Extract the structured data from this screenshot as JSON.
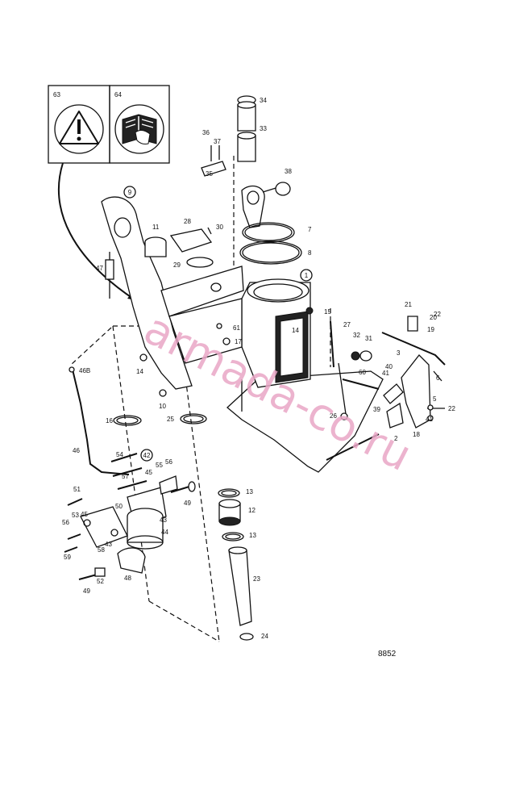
{
  "figure_code": "8852",
  "watermark": "armada-co.ru",
  "warning_boxes": [
    {
      "number": "63",
      "icon": "warning-triangle-icon"
    },
    {
      "number": "64",
      "icon": "manual-book-icon"
    }
  ],
  "callouts": [
    {
      "id": "c1",
      "text": "1",
      "circled": true
    },
    {
      "id": "c2",
      "text": "2"
    },
    {
      "id": "c3",
      "text": "3"
    },
    {
      "id": "c5",
      "text": "5"
    },
    {
      "id": "c6",
      "text": "6"
    },
    {
      "id": "c7",
      "text": "7"
    },
    {
      "id": "c8",
      "text": "8"
    },
    {
      "id": "c9",
      "text": "9",
      "circled": true
    },
    {
      "id": "c10",
      "text": "10"
    },
    {
      "id": "c11",
      "text": "11"
    },
    {
      "id": "c12",
      "text": "12"
    },
    {
      "id": "c13a",
      "text": "13"
    },
    {
      "id": "c13b",
      "text": "13"
    },
    {
      "id": "c14a",
      "text": "14"
    },
    {
      "id": "c14b",
      "text": "14"
    },
    {
      "id": "c15",
      "text": "15"
    },
    {
      "id": "c16",
      "text": "16"
    },
    {
      "id": "c17",
      "text": "17"
    },
    {
      "id": "c18",
      "text": "18"
    },
    {
      "id": "c19",
      "text": "19"
    },
    {
      "id": "c20",
      "text": "20"
    },
    {
      "id": "c21",
      "text": "21"
    },
    {
      "id": "c22a",
      "text": "22"
    },
    {
      "id": "c22b",
      "text": "22"
    },
    {
      "id": "c23",
      "text": "23"
    },
    {
      "id": "c24",
      "text": "24"
    },
    {
      "id": "c25",
      "text": "25"
    },
    {
      "id": "c26",
      "text": "26"
    },
    {
      "id": "c27",
      "text": "27"
    },
    {
      "id": "c28",
      "text": "28"
    },
    {
      "id": "c29",
      "text": "29"
    },
    {
      "id": "c30",
      "text": "30"
    },
    {
      "id": "c31",
      "text": "31"
    },
    {
      "id": "c32",
      "text": "32"
    },
    {
      "id": "c33",
      "text": "33"
    },
    {
      "id": "c34",
      "text": "34"
    },
    {
      "id": "c35",
      "text": "35"
    },
    {
      "id": "c36",
      "text": "36"
    },
    {
      "id": "c37",
      "text": "37"
    },
    {
      "id": "c38",
      "text": "38"
    },
    {
      "id": "c39",
      "text": "39"
    },
    {
      "id": "c40",
      "text": "40"
    },
    {
      "id": "c41a",
      "text": "41"
    },
    {
      "id": "c41b",
      "text": "41"
    },
    {
      "id": "c42",
      "text": "42",
      "circled": true
    },
    {
      "id": "c43a",
      "text": "43"
    },
    {
      "id": "c43b",
      "text": "43"
    },
    {
      "id": "c44",
      "text": "44"
    },
    {
      "id": "c45a",
      "text": "45"
    },
    {
      "id": "c45b",
      "text": "45"
    },
    {
      "id": "c46",
      "text": "46"
    },
    {
      "id": "c46b",
      "text": "46B"
    },
    {
      "id": "c47",
      "text": "47"
    },
    {
      "id": "c48",
      "text": "48"
    },
    {
      "id": "c49a",
      "text": "49"
    },
    {
      "id": "c49b",
      "text": "49"
    },
    {
      "id": "c50",
      "text": "50"
    },
    {
      "id": "c51",
      "text": "51"
    },
    {
      "id": "c52",
      "text": "52"
    },
    {
      "id": "c53",
      "text": "53"
    },
    {
      "id": "c54",
      "text": "54"
    },
    {
      "id": "c55",
      "text": "55"
    },
    {
      "id": "c56a",
      "text": "56"
    },
    {
      "id": "c56b",
      "text": "56"
    },
    {
      "id": "c57",
      "text": "57"
    },
    {
      "id": "c58",
      "text": "58"
    },
    {
      "id": "c59",
      "text": "59"
    },
    {
      "id": "c60",
      "text": "60"
    },
    {
      "id": "c61",
      "text": "61"
    }
  ]
}
